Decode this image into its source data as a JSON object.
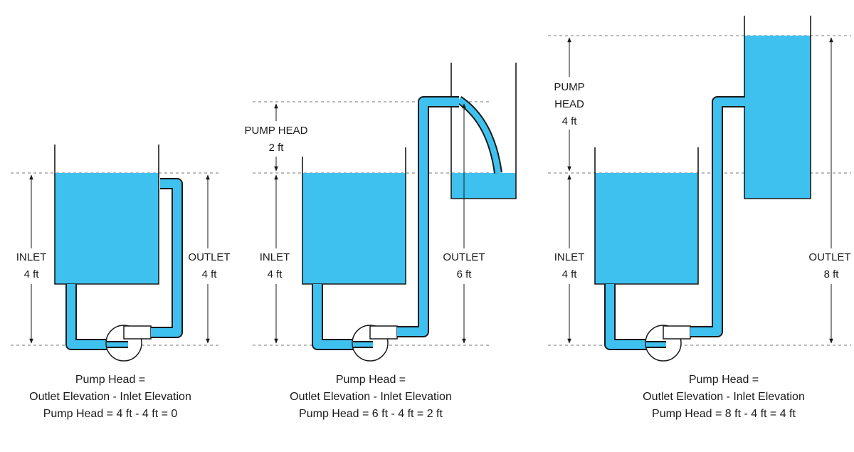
{
  "colors": {
    "water": "#3EC1EF",
    "line": "#1a1a1a",
    "guide": "#777777"
  },
  "panels": [
    {
      "inlet_label": "INLET",
      "inlet_value": "4 ft",
      "outlet_label": "OUTLET",
      "outlet_value": "4 ft",
      "caption": [
        "Pump Head =",
        "Outlet Elevation - Inlet Elevation",
        "Pump Head = 4 ft - 4 ft = 0"
      ]
    },
    {
      "head_label": "PUMP HEAD",
      "head_value": "2 ft",
      "inlet_label": "INLET",
      "inlet_value": "4 ft",
      "outlet_label": "OUTLET",
      "outlet_value": "6 ft",
      "caption": [
        "Pump Head =",
        "Outlet Elevation - Inlet Elevation",
        "Pump Head = 6 ft - 4 ft = 2 ft"
      ]
    },
    {
      "head_label_1": "PUMP",
      "head_label_2": "HEAD",
      "head_value": "4 ft",
      "inlet_label": "INLET",
      "inlet_value": "4 ft",
      "outlet_label": "OUTLET",
      "outlet_value": "8 ft",
      "caption": [
        "Pump Head =",
        "Outlet Elevation - Inlet Elevation",
        "Pump Head = 8 ft - 4 ft = 4 ft"
      ]
    }
  ]
}
